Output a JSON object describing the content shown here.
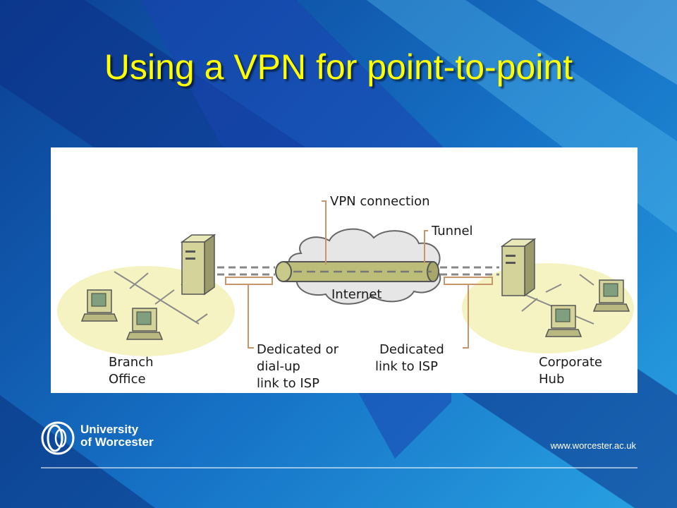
{
  "slide": {
    "title": "Using a VPN for point-to-point",
    "footer_logo_line1": "University",
    "footer_logo_line2": "of Worcester",
    "footer_url": "www.worcester.ac.uk"
  },
  "diagram": {
    "labels": {
      "vpn_connection": "VPN connection",
      "tunnel": "Tunnel",
      "internet": "Internet",
      "dedicated_dialup_line1": "Dedicated or",
      "dedicated_dialup_line2": "dial-up",
      "dedicated_dialup_line3": "link to ISP",
      "dedicated_link_line1": "Dedicated",
      "dedicated_link_line2": "link to ISP",
      "branch_line1": "Branch",
      "branch_line2": "Office",
      "corporate_line1": "Corporate",
      "corporate_line2": "Hub"
    }
  },
  "colors": {
    "title": "#ffff00",
    "site_ellipse": "#f6f3c2",
    "tunnel": "#bdbd7a",
    "cloud": "#e6e6e6",
    "leader_line": "#c8956a"
  }
}
